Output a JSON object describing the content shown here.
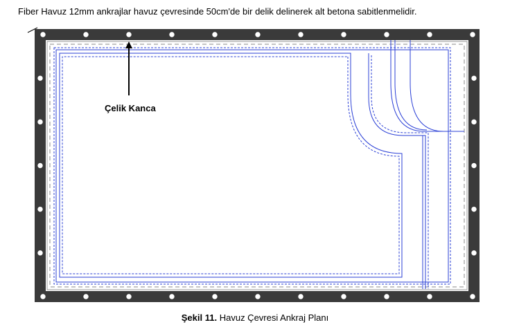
{
  "note": "Fiber Havuz 12mm ankrajlar havuz çevresinde 50cm'de bir delik delinerek alt betona sabitlenmelidir.",
  "label": "Çelik Kanca",
  "caption": {
    "number": "Şekil 11.",
    "title": "Havuz Çevresi Ankraj Planı"
  },
  "colors": {
    "frame": "#3a3a3a",
    "pool_outline": "#2a3fd6",
    "dashed": "#888888"
  }
}
